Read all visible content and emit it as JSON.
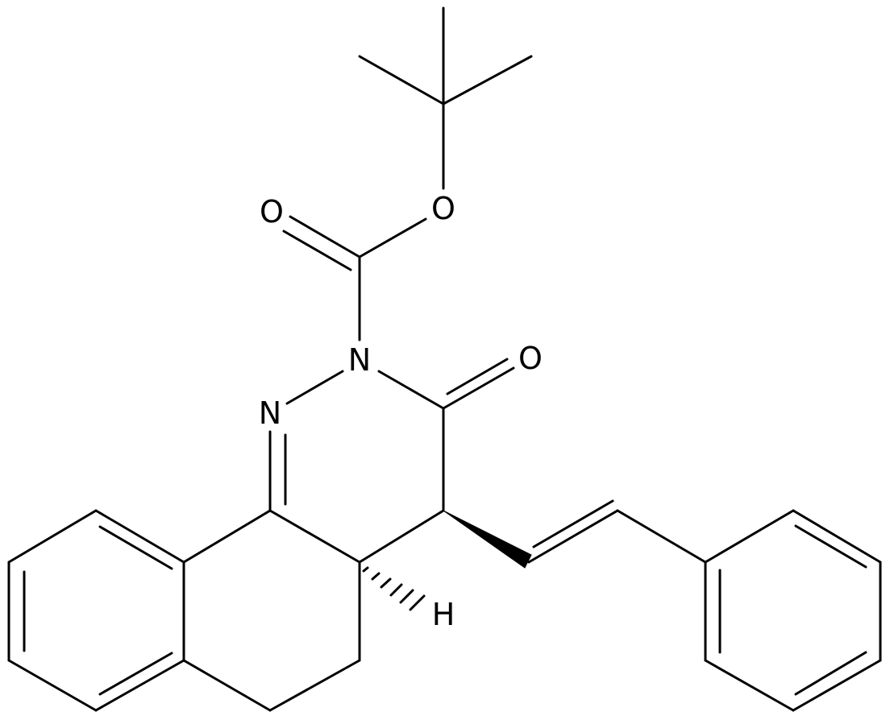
{
  "molecule": {
    "atom_labels": {
      "carbonyl_oxygen_ester": "O",
      "ester_oxygen": "O",
      "ring_nitrogen_substituted": "N",
      "ketone_oxygen": "O",
      "ring_nitrogen_imine": "N",
      "stereo_hydrogen": "H"
    },
    "stereo_bonds": {
      "wedge_to_styryl": "wedge",
      "hash_to_hydrogen": "hash"
    },
    "colors": {
      "bond": "#000000",
      "label": "#000000",
      "background": "#ffffff"
    }
  }
}
